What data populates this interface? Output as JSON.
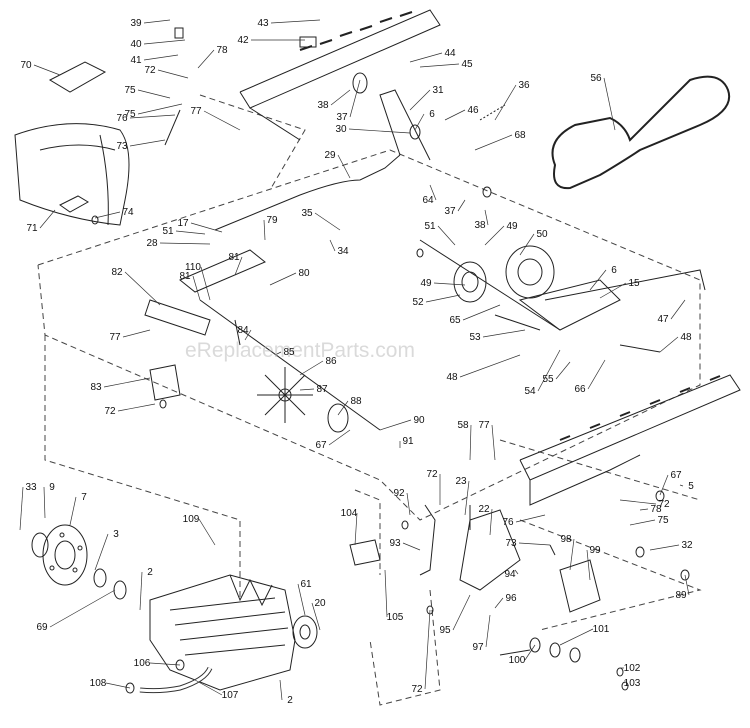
{
  "diagram": {
    "watermark": "eReplacementParts.com",
    "callouts": [
      "39",
      "40",
      "41",
      "43",
      "42",
      "70",
      "72",
      "78",
      "75",
      "75",
      "76",
      "73",
      "77",
      "44",
      "45",
      "38",
      "37",
      "31",
      "46",
      "36",
      "30",
      "6",
      "68",
      "56",
      "29",
      "64",
      "37",
      "38",
      "71",
      "74",
      "17",
      "79",
      "51",
      "28",
      "35",
      "34",
      "51",
      "49",
      "50",
      "6",
      "15",
      "81",
      "110",
      "80",
      "82",
      "81",
      "77",
      "84",
      "85",
      "86",
      "49",
      "52",
      "65",
      "53",
      "47",
      "48",
      "83",
      "72",
      "87",
      "88",
      "67",
      "90",
      "91",
      "48",
      "54",
      "55",
      "66",
      "58",
      "77",
      "67",
      "5",
      "72",
      "78",
      "76",
      "75",
      "73",
      "32",
      "33",
      "9",
      "7",
      "3",
      "2",
      "69",
      "109",
      "92",
      "72",
      "23",
      "22",
      "104",
      "93",
      "61",
      "20",
      "105",
      "94",
      "98",
      "99",
      "89",
      "96",
      "95",
      "97",
      "100",
      "101",
      "102",
      "103",
      "106",
      "107",
      "108",
      "2",
      "72"
    ]
  }
}
